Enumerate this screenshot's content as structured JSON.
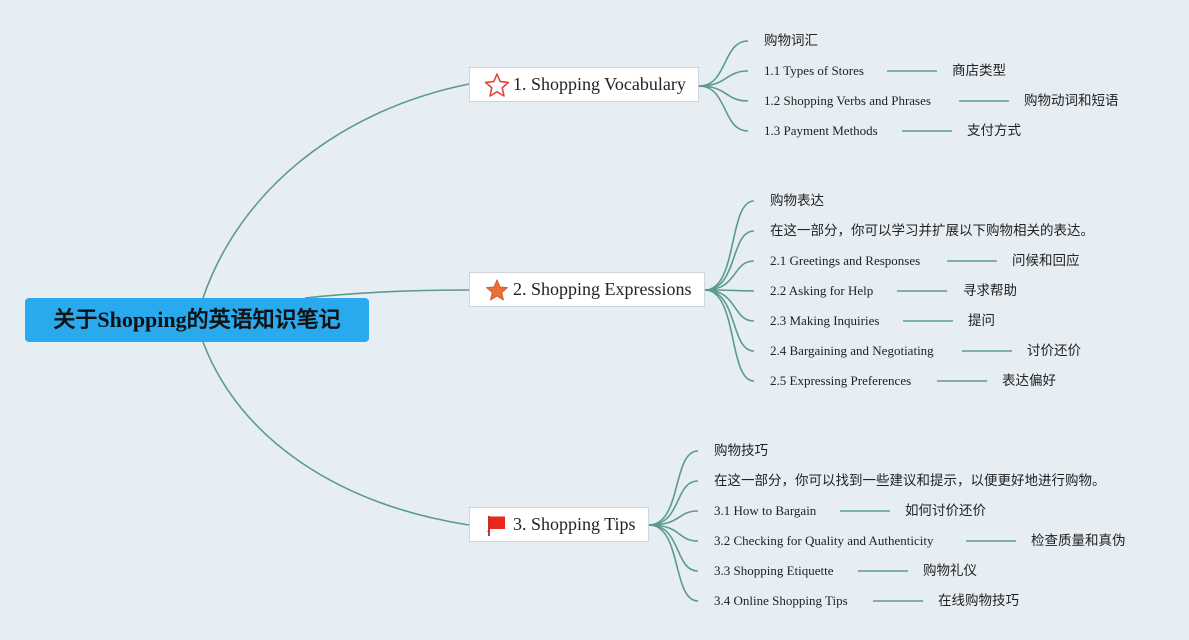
{
  "root": {
    "title": "关于Shopping的英语知识笔记"
  },
  "branches": [
    {
      "title": "1. Shopping Vocabulary",
      "icon": "star-outline-icon",
      "heading": "购物词汇",
      "items": [
        {
          "en": "1.1 Types of Stores",
          "cn": "商店类型"
        },
        {
          "en": "1.2 Shopping Verbs and Phrases",
          "cn": "购物动词和短语"
        },
        {
          "en": "1.3 Payment Methods",
          "cn": "支付方式"
        }
      ]
    },
    {
      "title": "2. Shopping Expressions",
      "icon": "star-filled-icon",
      "heading": "购物表达",
      "intro": "在这一部分，你可以学习并扩展以下购物相关的表达。",
      "items": [
        {
          "en": "2.1 Greetings and Responses",
          "cn": "问候和回应"
        },
        {
          "en": "2.2 Asking for Help",
          "cn": "寻求帮助"
        },
        {
          "en": "2.3 Making Inquiries",
          "cn": "提问"
        },
        {
          "en": "2.4 Bargaining and Negotiating",
          "cn": "讨价还价"
        },
        {
          "en": "2.5 Expressing Preferences",
          "cn": "表达偏好"
        }
      ]
    },
    {
      "title": "3. Shopping Tips",
      "icon": "flag-icon",
      "heading": "购物技巧",
      "intro": "在这一部分，你可以找到一些建议和提示，以便更好地进行购物。",
      "items": [
        {
          "en": "3.1 How to Bargain",
          "cn": "如何讨价还价"
        },
        {
          "en": "3.2 Checking for Quality and Authenticity",
          "cn": "检查质量和真伪"
        },
        {
          "en": "3.3 Shopping Etiquette",
          "cn": "购物礼仪"
        },
        {
          "en": "3.4 Online Shopping Tips",
          "cn": "在线购物技巧"
        }
      ]
    }
  ],
  "colors": {
    "background": "#e7eef3",
    "root": "#29a9ee",
    "line": "#5b9a8f",
    "star_outline": "#e0463a",
    "star_filled": "#e8703a",
    "flag": "#e8281e"
  }
}
